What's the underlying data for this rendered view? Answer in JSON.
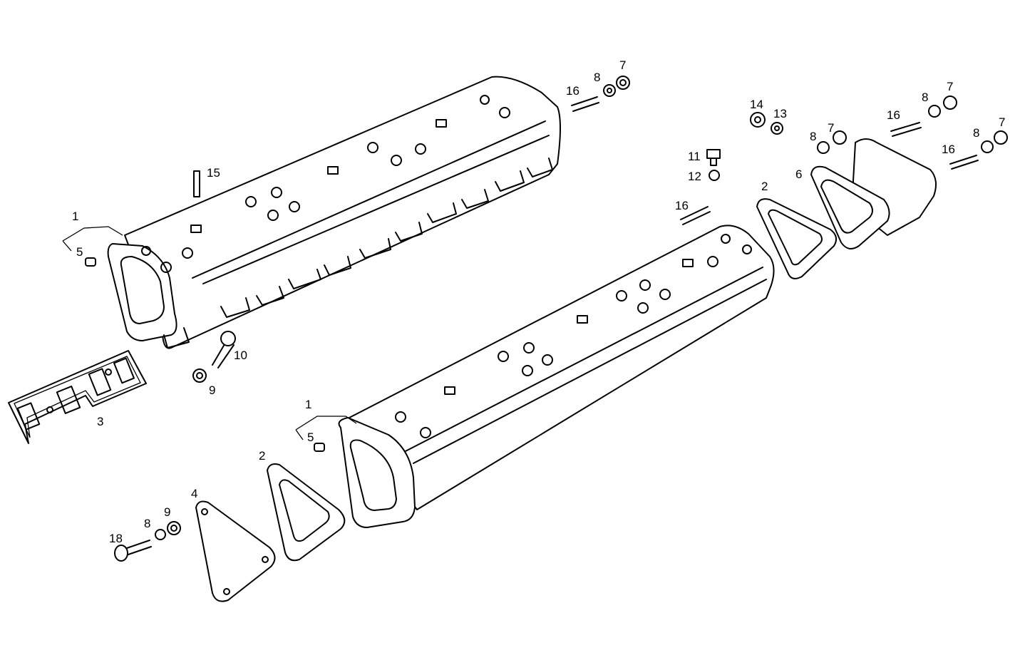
{
  "diagram": {
    "type": "exploded parts diagram",
    "callouts": [
      "1",
      "5",
      "15",
      "16",
      "8",
      "7",
      "14",
      "13",
      "11",
      "12",
      "16",
      "2",
      "6",
      "8",
      "7",
      "16",
      "8",
      "7",
      "16",
      "8",
      "7",
      "10",
      "9",
      "3",
      "1",
      "5",
      "2",
      "4",
      "8",
      "9",
      "18"
    ]
  }
}
